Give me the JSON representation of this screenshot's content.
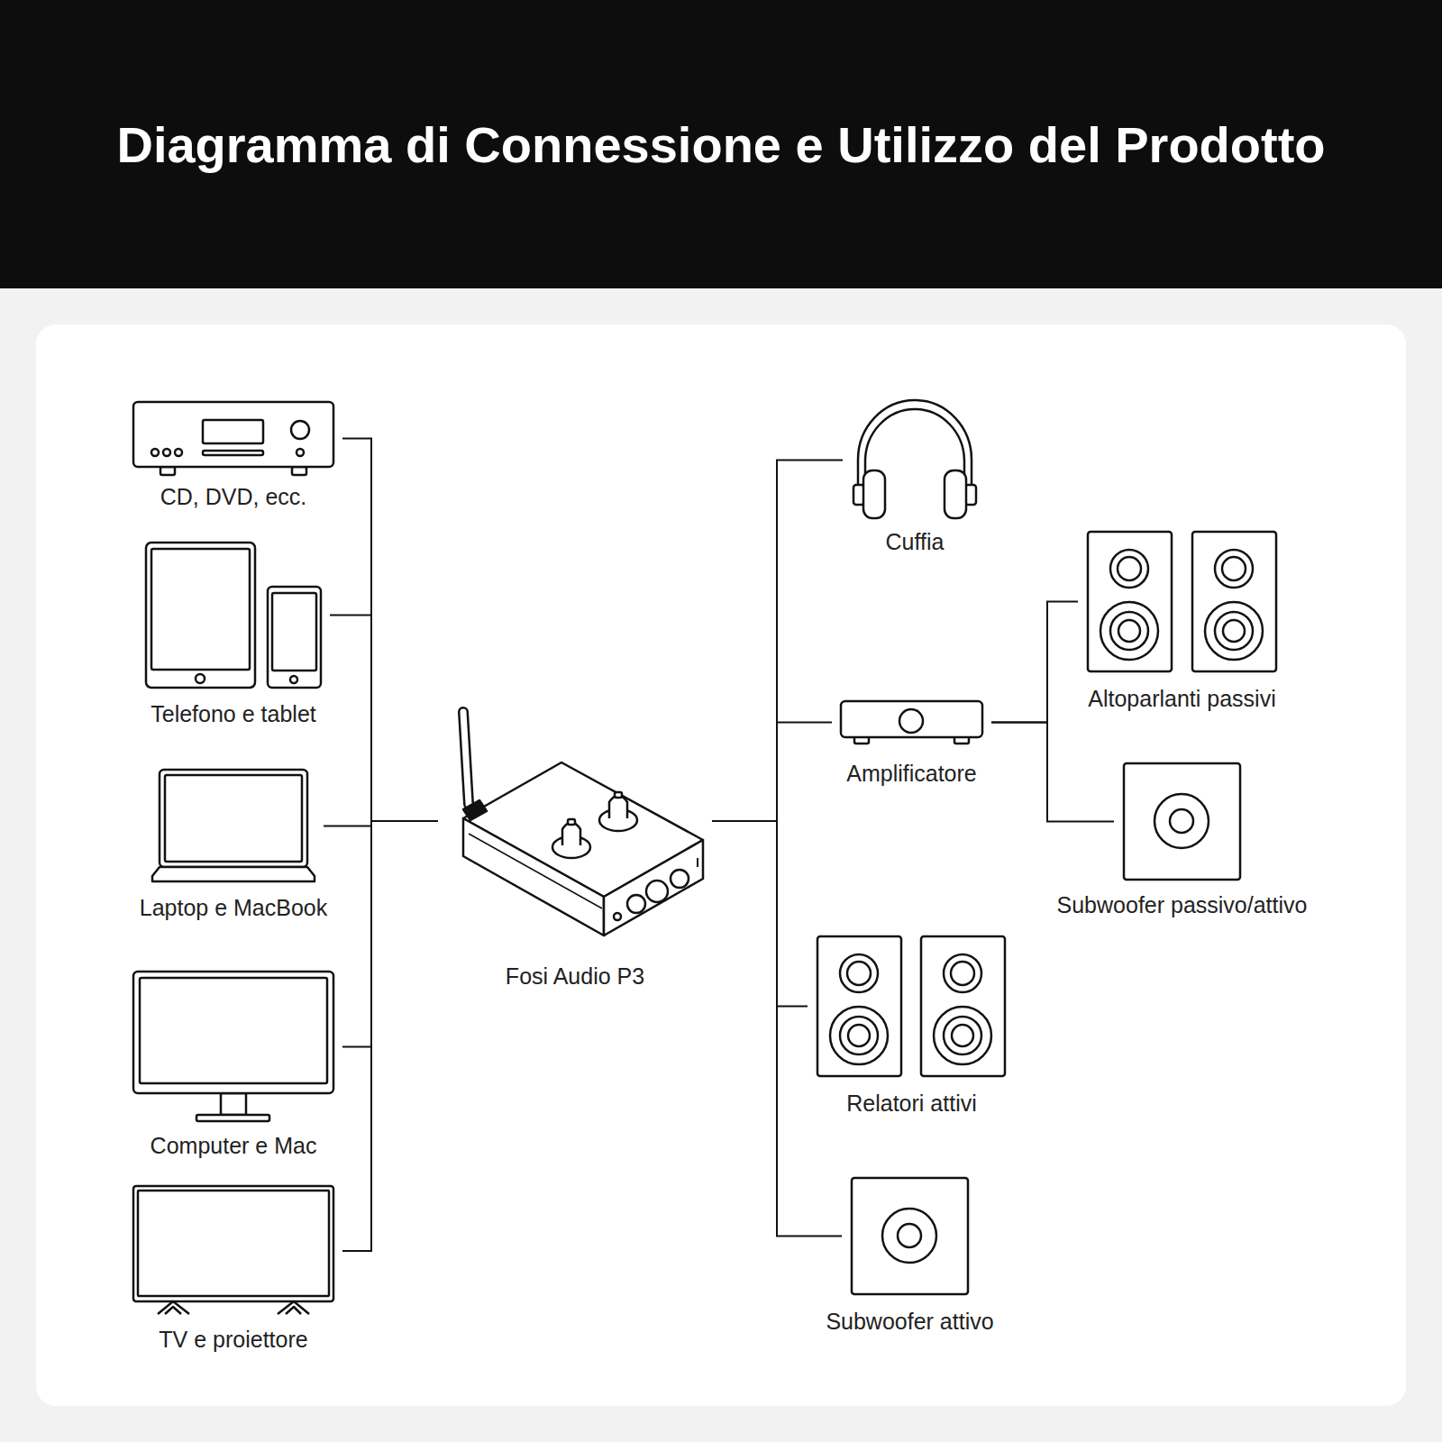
{
  "diagram": {
    "title": "Diagramma di Connessione e Utilizzo del Prodotto",
    "nodes": [
      {
        "text": [
          "CD, DVD, ecc."
        ]
      },
      {
        "text": [
          "Telefono e tablet"
        ]
      },
      {
        "text": [
          "Laptop e MacBook"
        ]
      },
      {
        "text": [
          "Computer e Mac"
        ]
      },
      {
        "text": [
          "TV e proiettore"
        ]
      },
      {
        "text": [
          "Fosi Audio P3"
        ]
      },
      {
        "text": [
          "Cuffia"
        ]
      },
      {
        "text": [
          "Amplificatore"
        ]
      },
      {
        "text": [
          "Altoparlanti passivi"
        ]
      },
      {
        "text": [
          "Subwoofer passivo/attivo"
        ]
      },
      {
        "text": [
          "Relatori attivi"
        ]
      },
      {
        "text": [
          "Subwoofer attivo"
        ]
      }
    ],
    "edges": [
      {
        "from": 0,
        "to": 5,
        "arrow": "none"
      },
      {
        "from": 1,
        "to": 5,
        "arrow": "none"
      },
      {
        "from": 2,
        "to": 5,
        "arrow": "none"
      },
      {
        "from": 3,
        "to": 5,
        "arrow": "none"
      },
      {
        "from": 4,
        "to": 5,
        "arrow": "none"
      },
      {
        "from": 5,
        "to": 6,
        "arrow": "none"
      },
      {
        "from": 5,
        "to": 7,
        "arrow": "none"
      },
      {
        "from": 5,
        "to": 10,
        "arrow": "none"
      },
      {
        "from": 5,
        "to": 11,
        "arrow": "none"
      },
      {
        "from": 7,
        "to": 8,
        "arrow": "none"
      },
      {
        "from": 7,
        "to": 9,
        "arrow": "none"
      }
    ]
  }
}
